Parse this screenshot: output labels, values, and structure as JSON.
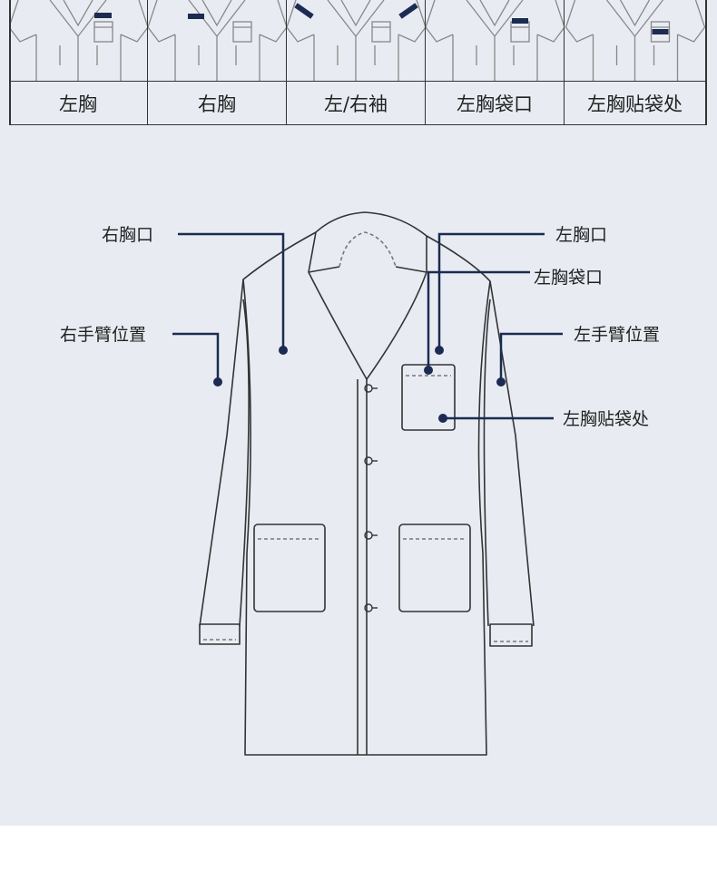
{
  "placement_table": {
    "columns": [
      {
        "label": "左胸"
      },
      {
        "label": "右胸"
      },
      {
        "label": "左/右袖"
      },
      {
        "label": "左胸袋口"
      },
      {
        "label": "左胸贴袋处"
      }
    ]
  },
  "diagram": {
    "callouts": {
      "right_chest_opening": "右胸口",
      "left_chest_opening": "左胸口",
      "left_chest_pocket_opening": "左胸袋口",
      "right_arm_position": "右手臂位置",
      "left_arm_position": "左手臂位置",
      "left_chest_patch_pocket": "左胸贴袋处"
    }
  },
  "colors": {
    "background": "#e8ecf2",
    "marker": "#1c2b52",
    "outline": "#333333"
  }
}
